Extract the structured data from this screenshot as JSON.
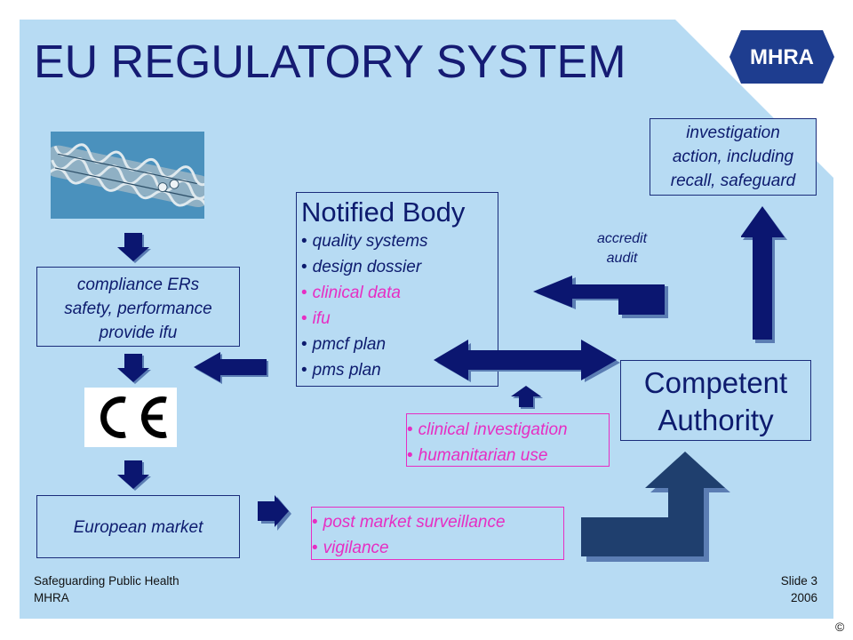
{
  "title": "EU REGULATORY SYSTEM",
  "logo": {
    "text": "MHRA"
  },
  "compliance_box": {
    "lines": [
      "compliance ERs",
      "safety, performance",
      "provide ifu"
    ]
  },
  "ce_mark": {
    "text": "CE"
  },
  "market_box": {
    "label": "European market"
  },
  "notified_body": {
    "title": "Notified Body",
    "items": [
      {
        "text": "quality systems",
        "highlight": false
      },
      {
        "text": "design dossier",
        "highlight": false
      },
      {
        "text": "clinical data",
        "highlight": true
      },
      {
        "text": "ifu",
        "highlight": true
      },
      {
        "text": "pmcf plan",
        "highlight": false
      },
      {
        "text": "pms plan",
        "highlight": false
      }
    ]
  },
  "accredit_label": {
    "lines": [
      "accredit",
      "audit"
    ]
  },
  "investigation_box": {
    "lines": [
      "investigation",
      "action, including",
      "recall, safeguard"
    ]
  },
  "competent_authority": {
    "lines": [
      "Competent",
      "Authority"
    ]
  },
  "clinical_box": {
    "items": [
      "clinical investigation",
      "humanitarian use"
    ]
  },
  "pms_box": {
    "items": [
      "post market surveillance",
      "vigilance"
    ]
  },
  "footer": {
    "left_line1": "Safeguarding Public Health",
    "left_line2": "MHRA",
    "right_line1": "Slide 3",
    "right_line2": "2006",
    "copyright": "©"
  },
  "colors": {
    "background": "#b7dbf3",
    "navy": "#151b73",
    "pink": "#e62ec3",
    "logo_blue": "#1e3d8f"
  },
  "icons": [
    "stent-image",
    "ce-mark",
    "mhra-logo",
    "arrow-down",
    "arrow-left",
    "arrow-right",
    "arrow-up",
    "double-arrow"
  ]
}
